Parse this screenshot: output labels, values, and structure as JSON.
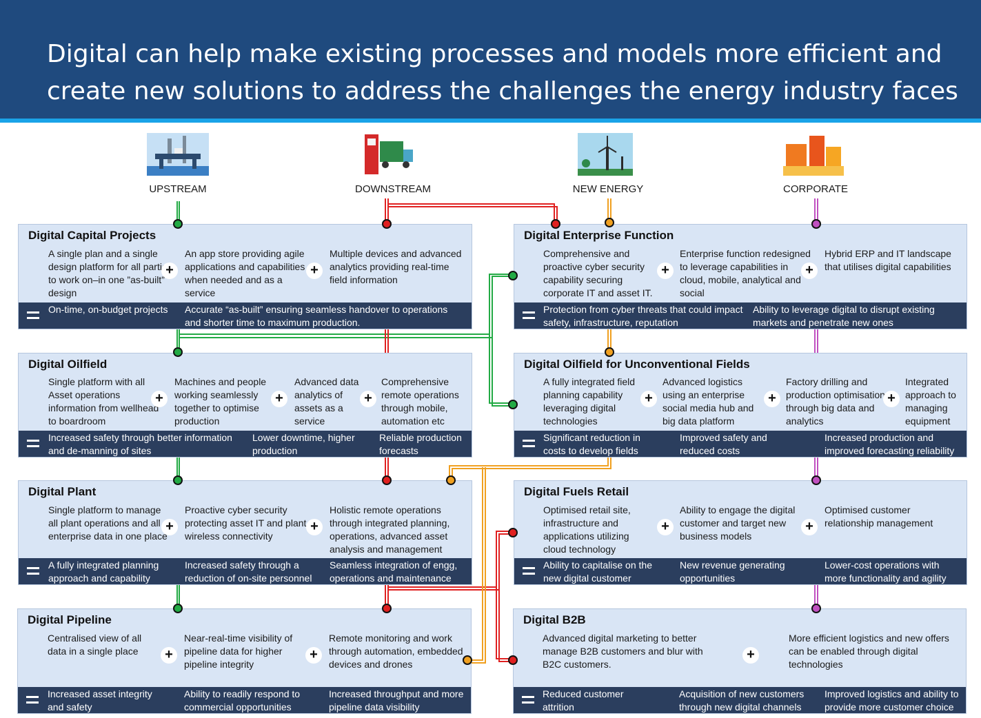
{
  "header": {
    "title": "Digital can help make existing processes and models more efficient and create new solutions to address the challenges the energy industry faces",
    "bg_color": "#1f4a7e",
    "stripe_color": "#1aa3e8"
  },
  "segments": [
    {
      "label": "UPSTREAM",
      "icon": "offshore-rig-icon",
      "color": "#22aa44"
    },
    {
      "label": "DOWNSTREAM",
      "icon": "fuel-truck-icon",
      "color": "#e02020"
    },
    {
      "label": "NEW ENERGY",
      "icon": "wind-turbine-icon",
      "color": "#f0a020"
    },
    {
      "label": "CORPORATE",
      "icon": "office-buildings-icon",
      "color": "#c050c0"
    }
  ],
  "cards": [
    {
      "title": "Digital Capital Projects",
      "features": [
        "A single plan and a single design platform for all parties to work on–in one ”as-built” design",
        "An app store providing agile applications and capabilities when needed and as a service",
        "Multiple devices and advanced analytics providing real-time field information"
      ],
      "outcomes": [
        "On-time, on-budget projects",
        "Accurate “as-built” ensuring seamless handover to operations and shorter time to maximum production."
      ]
    },
    {
      "title": "Digital Enterprise Function",
      "features": [
        "Comprehensive and proactive cyber security capability securing corporate IT and asset IT.",
        "Enterprise function redesigned to leverage capabilities in cloud, mobile, analytical and social",
        "Hybrid ERP and IT landscape that utilises digital capabilities"
      ],
      "outcomes": [
        "Protection from cyber threats that could impact  safety, infrastructure, reputation",
        "Ability to leverage digital to disrupt existing markets and penetrate new ones"
      ]
    },
    {
      "title": "Digital Oilfield",
      "features": [
        "Single platform with all Asset operations information from wellhead to boardroom",
        "Machines and people working seamlessly together to optimise production",
        "Advanced data analytics of assets as a service",
        "Comprehensive remote operations through mobile, automation etc"
      ],
      "outcomes": [
        "Increased safety through better information and de-manning of sites",
        "Lower downtime, higher production",
        "Reliable production forecasts"
      ]
    },
    {
      "title": "Digital Oilfield for Unconventional Fields",
      "features": [
        "A fully integrated field planning capability leveraging digital technologies",
        "Advanced logistics using an enterprise social media hub and big data platform",
        "Factory drilling and production optimisation through big data and analytics",
        "Integrated approach to managing equipment"
      ],
      "outcomes": [
        "Significant reduction in costs to develop fields",
        "Improved safety and reduced costs",
        "Increased production and improved forecasting reliability"
      ]
    },
    {
      "title": "Digital Plant",
      "features": [
        "Single platform to manage all plant  operations and all enterprise data in one place",
        "Proactive cyber security protecting asset IT and plant wireless connectivity",
        "Holistic remote operations through integrated planning, operations, advanced asset analysis and management"
      ],
      "outcomes": [
        "A fully integrated planning approach and capability",
        "Increased safety through a reduction of on-site personnel",
        "Seamless integration of engg, operations and maintenance"
      ]
    },
    {
      "title": "Digital Fuels Retail",
      "features": [
        "Optimised retail site, infrastructure and applications utilizing cloud technology",
        "Ability to engage the digital customer and target new business models",
        "Optimised customer relationship management"
      ],
      "outcomes": [
        "Ability to capitalise on the new digital customer",
        "New revenue generating opportunities",
        "Lower-cost operations with more functionality and agility"
      ]
    },
    {
      "title": "Digital Pipeline",
      "features": [
        "Centralised view of all data in a single place",
        "Near-real-time visibility of pipeline data for higher pipeline integrity",
        "Remote monitoring and work through automation, embedded devices and drones"
      ],
      "outcomes": [
        "Increased asset integrity and safety",
        "Ability to readily respond to commercial opportunities",
        "Increased throughput and more pipeline data visibility"
      ]
    },
    {
      "title": "Digital B2B",
      "features": [
        "Advanced digital marketing to better manage B2B customers and blur with B2C customers.",
        "More efficient logistics and new offers can be enabled through digital technologies"
      ],
      "outcomes": [
        "Reduced customer attrition",
        "Acquisition of new customers through new digital channels",
        "Improved logistics and ability to provide more customer choice"
      ]
    }
  ]
}
